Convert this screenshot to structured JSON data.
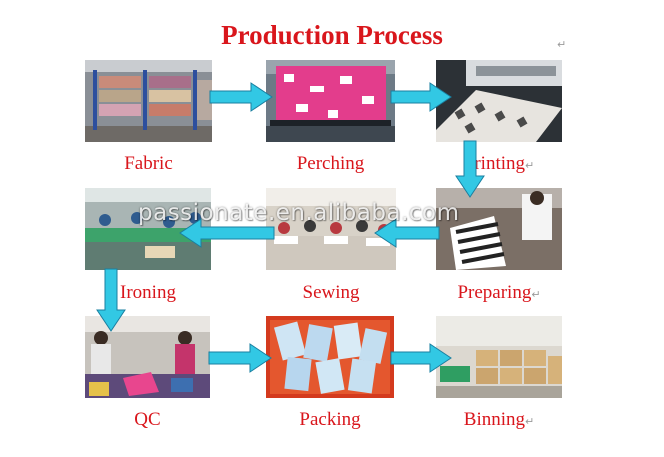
{
  "title": "Production Process",
  "paragraph_mark": "↵",
  "watermark": "passionate.en.alibaba.com",
  "steps": [
    {
      "label": "Fabric",
      "mark": ""
    },
    {
      "label": "Perching",
      "mark": ""
    },
    {
      "label": "Printing",
      "mark": "↵"
    },
    {
      "label": "Ironing",
      "mark": ""
    },
    {
      "label": "Sewing",
      "mark": ""
    },
    {
      "label": "Preparing",
      "mark": "↵"
    },
    {
      "label": "QC",
      "mark": ""
    },
    {
      "label": "Packing",
      "mark": ""
    },
    {
      "label": "Binning",
      "mark": "↵"
    }
  ],
  "colors": {
    "title": "#d9161c",
    "label": "#d9161c",
    "arrow_fill": "#32c8e4",
    "arrow_stroke": "#1a7fa0"
  }
}
